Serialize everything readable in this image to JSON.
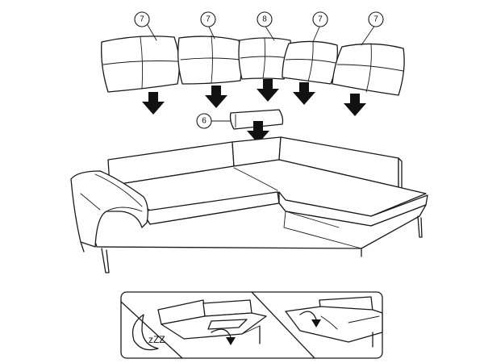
{
  "callouts": {
    "c1": "7",
    "c2": "7",
    "c3": "8",
    "c4": "7",
    "c5": "7",
    "c6": "6"
  },
  "sleep_note": "zZZ",
  "colors": {
    "ink": "#1a1a1a",
    "paper": "#ffffff"
  },
  "icons": [
    "down-arrow-icon",
    "rotate-arrow-icon",
    "moon-icon"
  ]
}
